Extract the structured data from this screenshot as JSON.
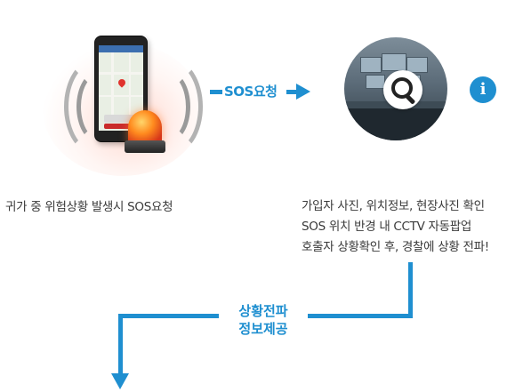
{
  "colors": {
    "accent": "#1f8fd0",
    "text": "#3a3a3a",
    "background": "#ffffff"
  },
  "icons": {
    "phone": "smartphone-map-icon",
    "siren": "siren-icon",
    "search": "search-icon",
    "info": "info-icon"
  },
  "sos_arrow": {
    "label": "SOS요청"
  },
  "info_icon": {
    "glyph": "i"
  },
  "left_caption": "귀가 중 위험상황 발생시 SOS요청",
  "right_caption": {
    "lines": [
      "가입자 사진, 위치정보, 현장사진 확인",
      "SOS 위치 반경 내 CCTV 자동팝업",
      "호출자 상황확인 후, 경찰에 상황 전파!"
    ]
  },
  "flow": {
    "label_line1": "상황전파",
    "label_line2": "정보제공"
  }
}
